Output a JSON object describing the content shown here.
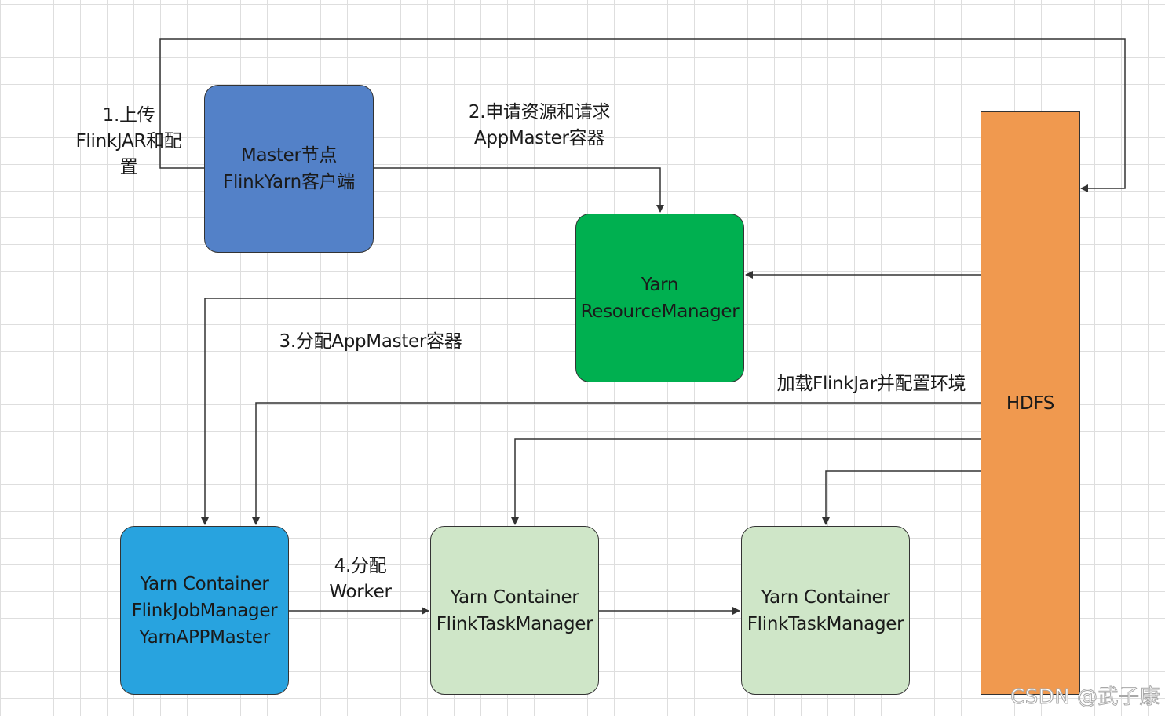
{
  "colors": {
    "master_client": "#5381c8",
    "resource_manager": "#00b050",
    "job_manager": "#28a3df",
    "task_manager": "#cfe6c8",
    "hdfs": "#f0994f",
    "line": "#333333"
  },
  "nodes": {
    "master_client": {
      "line1": "Master节点",
      "line2": "FlinkYarn客户端"
    },
    "resource_manager": {
      "line1": "Yarn",
      "line2": "ResourceManager"
    },
    "job_manager": {
      "line1": "Yarn Container",
      "line2": "FlinkJobManager",
      "line3": "YarnAPPMaster"
    },
    "task_manager_1": {
      "line1": "Yarn Container",
      "line2": "FlinkTaskManager"
    },
    "task_manager_2": {
      "line1": "Yarn Container",
      "line2": "FlinkTaskManager"
    },
    "hdfs": {
      "label": "HDFS"
    }
  },
  "edge_labels": {
    "upload": {
      "line1": "1.上传",
      "line2": "FlinkJAR和配",
      "line3": "置"
    },
    "request": {
      "line1": "2.申请资源和请求",
      "line2": "AppMaster容器"
    },
    "allocate_am": {
      "line1": "3.分配AppMaster容器"
    },
    "load_jar": {
      "line1": "加载FlinkJar并配置环境"
    },
    "allocate_worker": {
      "line1": "4.分配",
      "line2": "Worker"
    }
  },
  "watermark": "CSDN @武子康"
}
